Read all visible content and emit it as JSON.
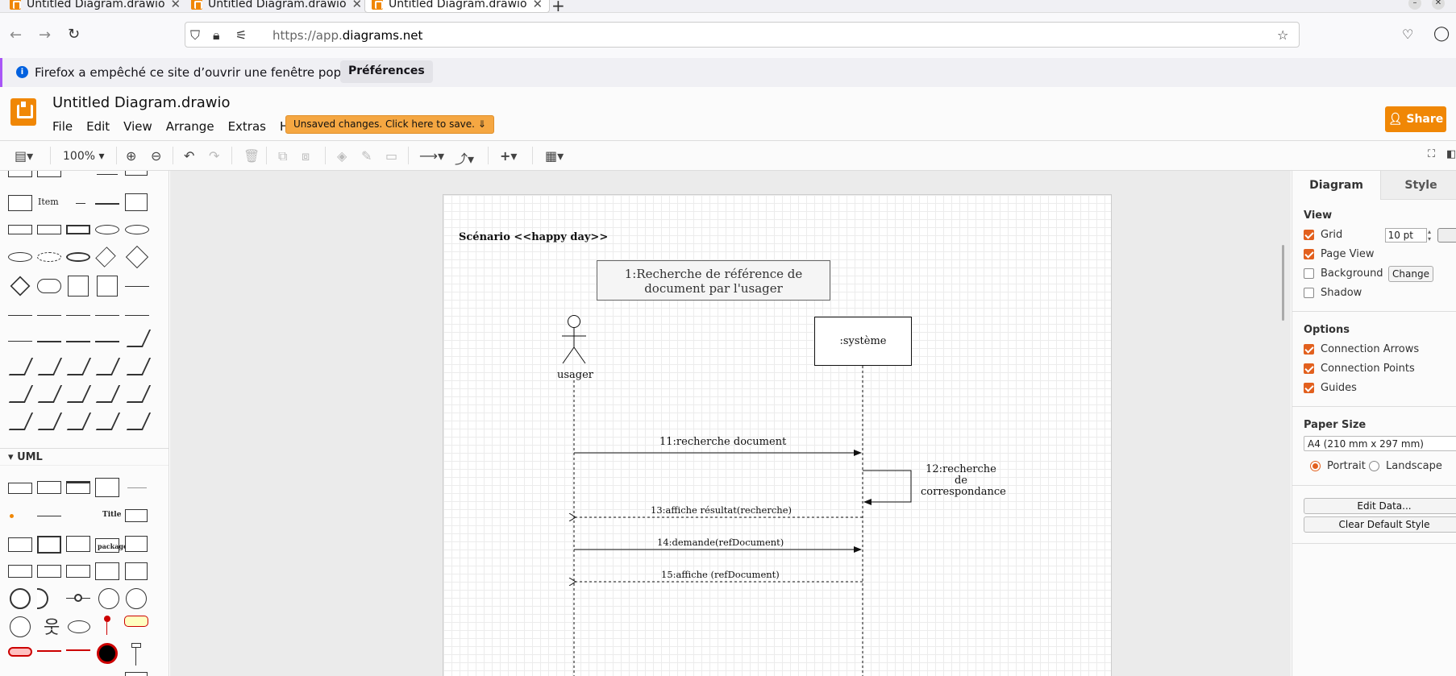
{
  "browser": {
    "tabs": [
      {
        "label": "Untitled Diagram.drawio"
      },
      {
        "label": "Untitled Diagram.drawio"
      },
      {
        "label": "Untitled Diagram.drawio"
      }
    ],
    "url_scheme": "https://app.",
    "url_domain": "diagrams.net",
    "notification": "Firefox a empêché ce site d’ouvrir une fenêtre popup.",
    "notification_button": "Préférences"
  },
  "app": {
    "title": "Untitled Diagram.drawio",
    "menu": [
      "File",
      "Edit",
      "View",
      "Arrange",
      "Extras",
      "Help"
    ],
    "unsaved": "Unsaved changes. Click here to save.",
    "share": "Share",
    "accent": "#f08705"
  },
  "toolbar": {
    "zoom": "100%"
  },
  "sidebar": {
    "item_label": "Item",
    "uml_section": "UML",
    "uml_package": "package",
    "uml_title": "Title"
  },
  "diagram": {
    "scenario_title": "Scénario <<happy day>>",
    "use_case_line1": "1:Recherche de référence de",
    "use_case_line2": "document par l'usager",
    "actor": "usager",
    "system": ":système",
    "messages": [
      "11:recherche document",
      "13:affiche résultat(recherche)",
      "14:demande(refDocument)",
      "15:affiche (refDocument)"
    ],
    "self_message": [
      "12:recherche",
      "de",
      "correspondance"
    ]
  },
  "format_panel": {
    "tabs": [
      "Diagram",
      "Style"
    ],
    "view_section": "View",
    "grid": "Grid",
    "grid_size": "10 pt",
    "page_view": "Page View",
    "background": "Background",
    "change": "Change",
    "shadow": "Shadow",
    "options_section": "Options",
    "connection_arrows": "Connection Arrows",
    "connection_points": "Connection Points",
    "guides": "Guides",
    "paper_size_section": "Paper Size",
    "paper_size": "A4 (210 mm x 297 mm)",
    "portrait": "Portrait",
    "landscape": "Landscape",
    "edit_data": "Edit Data...",
    "clear_style": "Clear Default Style",
    "checked_color": "#e2601e"
  }
}
